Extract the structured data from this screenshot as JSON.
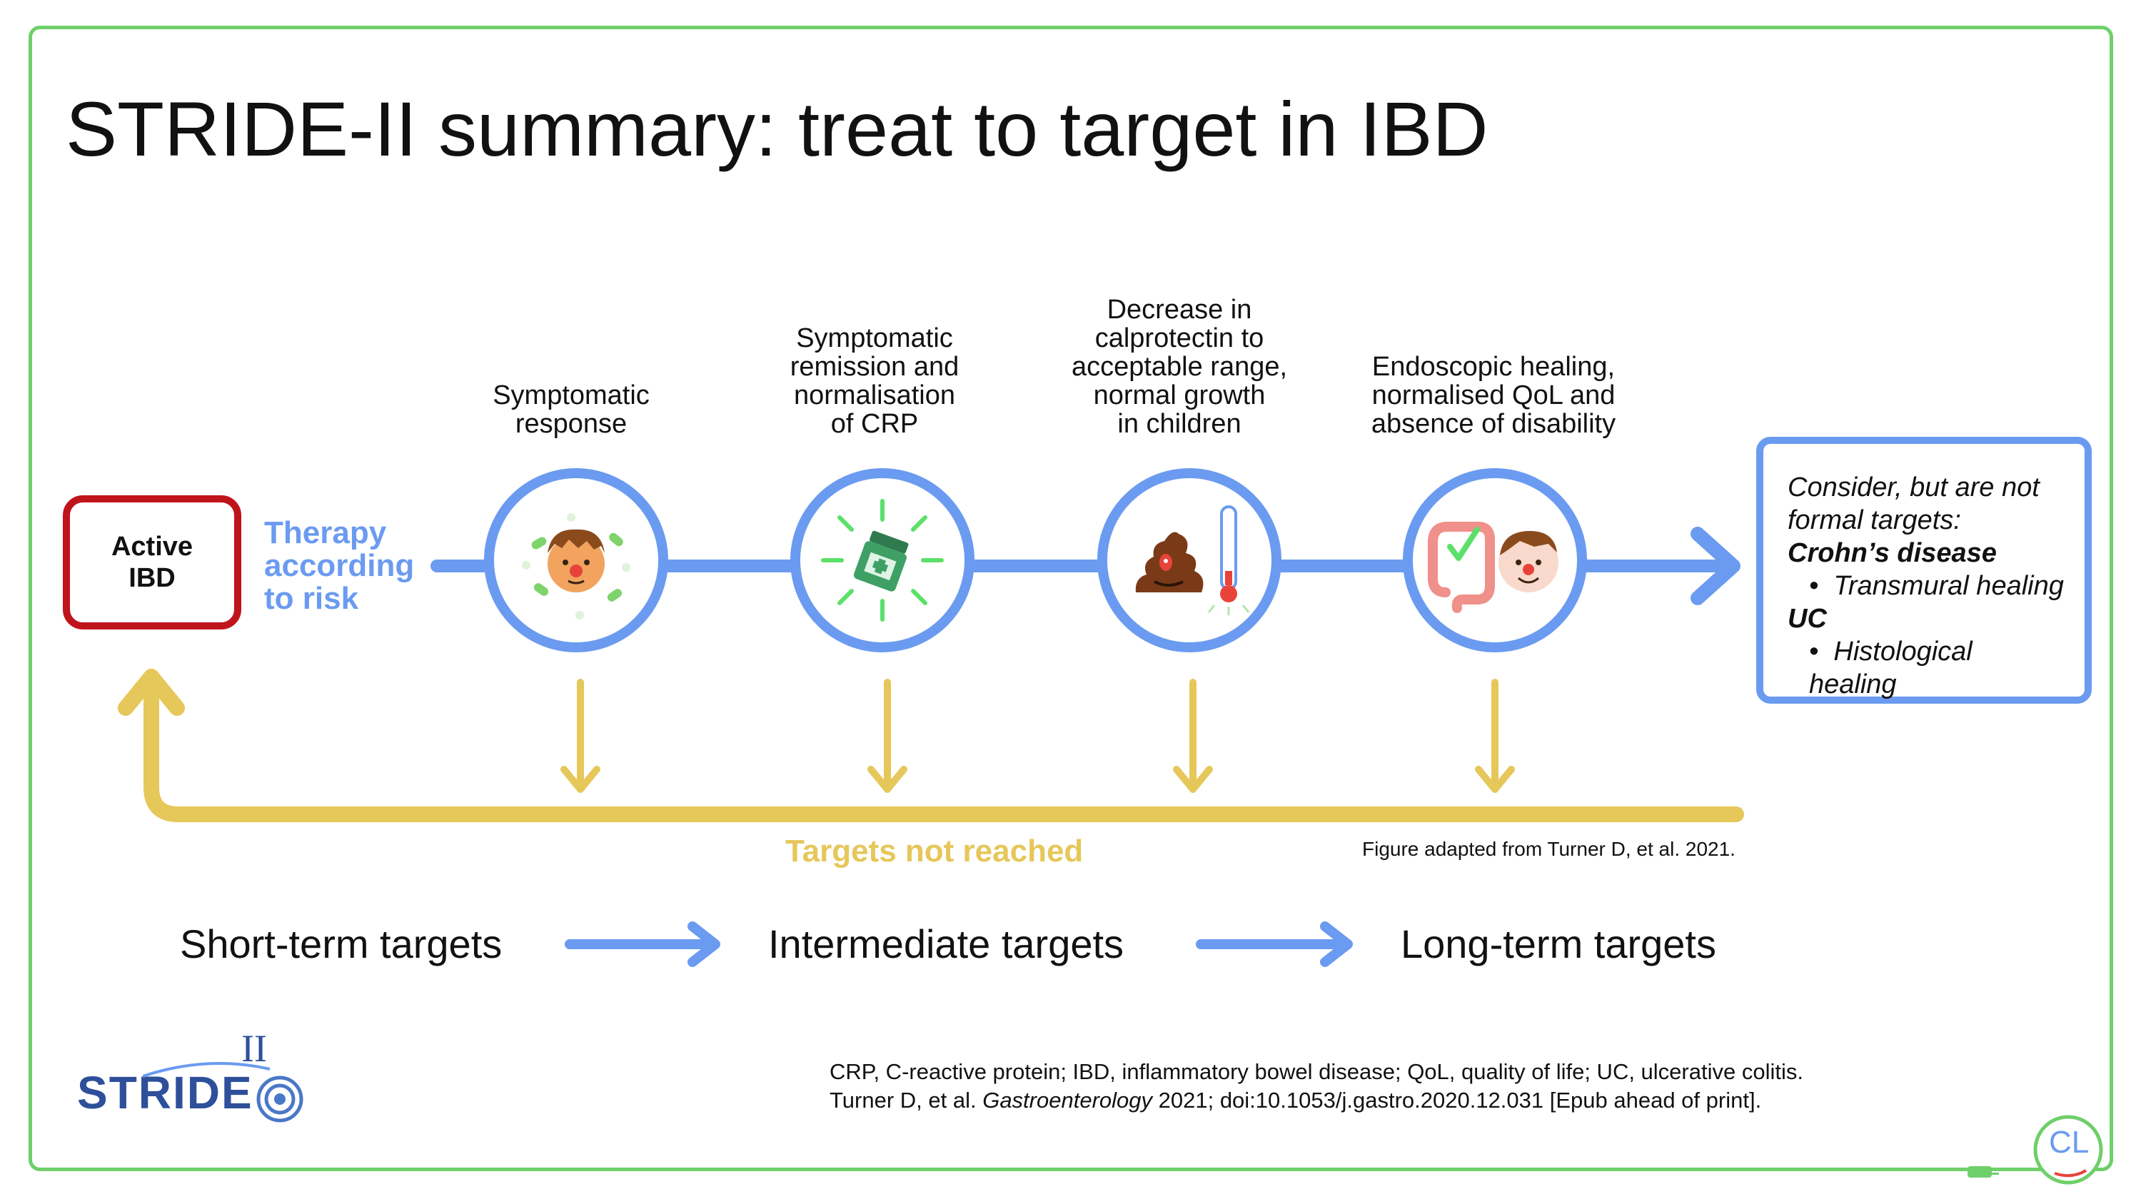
{
  "title": {
    "part1": "STRIDE-II summary:",
    "part2": " treat to target in IBD"
  },
  "active_box": {
    "label": "Active\nIBD"
  },
  "therapy": {
    "label": "Therapy\naccording\nto risk"
  },
  "steps": [
    {
      "label": "Symptomatic\nresponse",
      "icon": "patient-with-pills-icon"
    },
    {
      "label": "Symptomatic\nremission and\nnormalisation\nof CRP",
      "icon": "medicine-bottle-icon"
    },
    {
      "label": "Decrease in\ncalprotectin to\nacceptable range,\nnormal growth\nin children",
      "icon": "stool-and-thermometer-icon"
    },
    {
      "label": "Endoscopic healing,\nnormalised QoL and\nabsence of disability",
      "icon": "colon-and-happy-face-icon"
    }
  ],
  "consider_box": {
    "intro": "Consider, but are not formal targets:",
    "items": [
      {
        "heading": "Crohn’s disease",
        "bullet": "Transmural healing"
      },
      {
        "heading": "UC",
        "bullet": "Histological healing"
      }
    ]
  },
  "loop": {
    "label": "Targets not reached"
  },
  "source_note": "Figure adapted from Turner D, et al. 2021.",
  "terms": [
    "Short-term targets",
    "Intermediate targets",
    "Long-term targets"
  ],
  "footnote": {
    "line1": "CRP, C-reactive protein; IBD, inflammatory bowel disease; QoL, quality of life; UC, ulcerative colitis.",
    "line2_prefix": "Turner D, et al. ",
    "line2_journal": "Gastroenterology",
    "line2_suffix": " 2021; doi:10.1053/j.gastro.2020.12.031 [Epub ahead of print]."
  },
  "logo": {
    "text": "STRIDE",
    "numeral": "II",
    "corner": "CL"
  },
  "colors": {
    "blue": "#6b9bf0",
    "yellow": "#e6c75a",
    "red": "#c0141c",
    "green": "#6fcf6a"
  }
}
